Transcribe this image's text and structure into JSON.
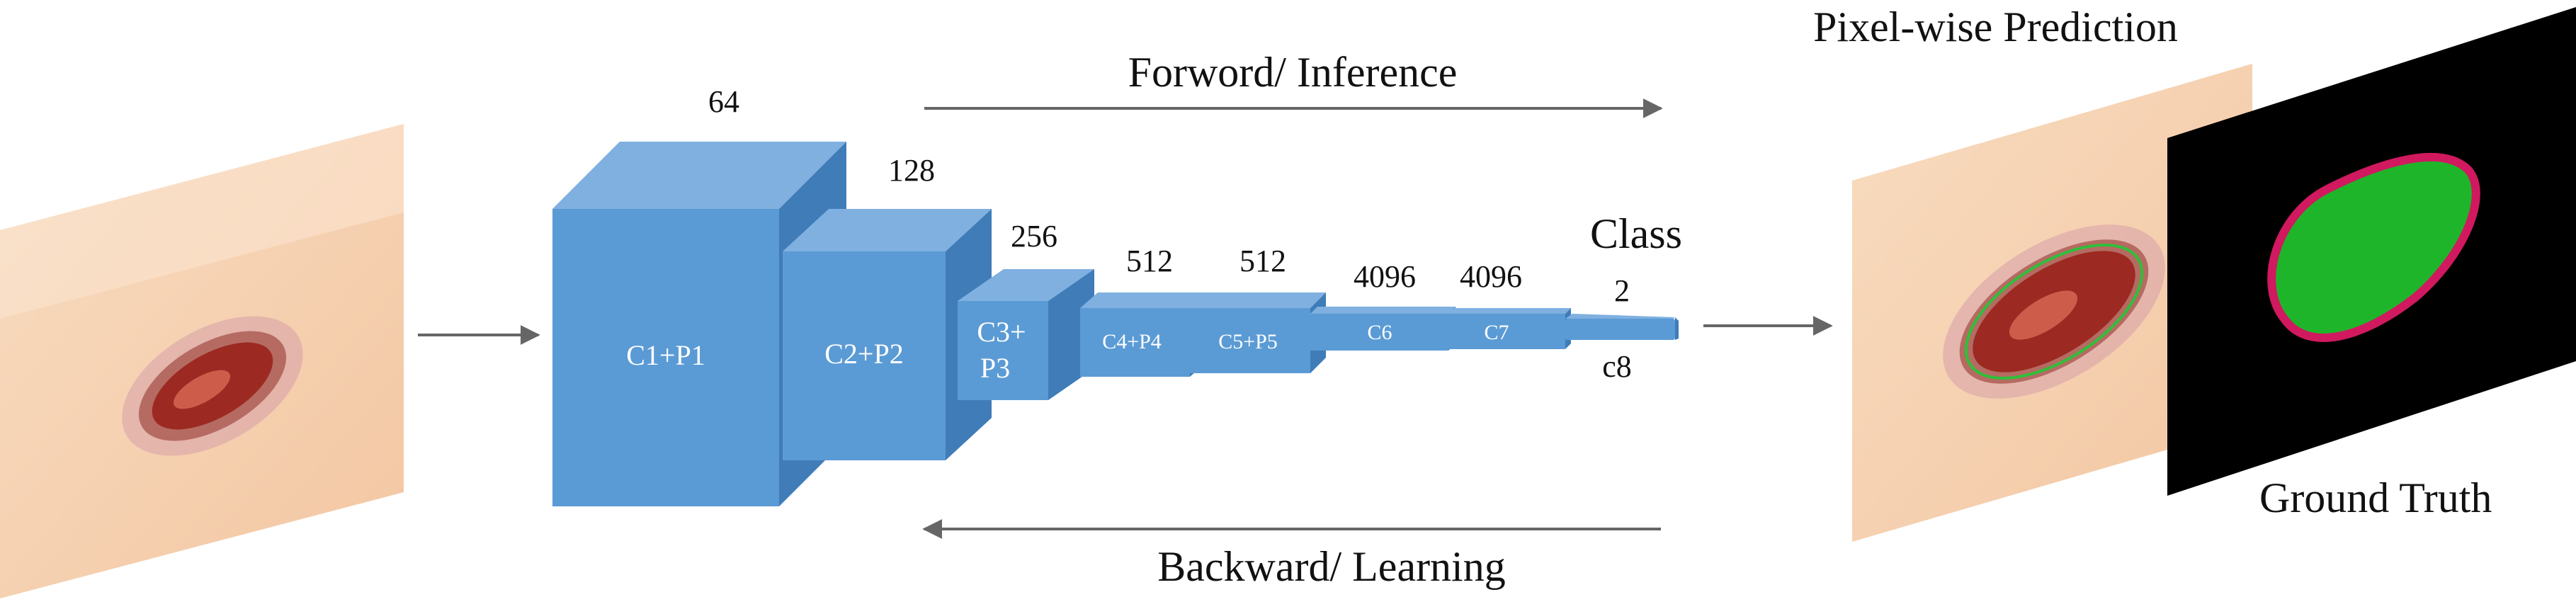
{
  "arrows": {
    "forward_label": "Forword/ Inference",
    "backward_label": "Backward/ Learning"
  },
  "blocks": [
    {
      "label_lines": [
        "C1+P1"
      ],
      "channels": "64"
    },
    {
      "label_lines": [
        "C2+P2"
      ],
      "channels": "128"
    },
    {
      "label_lines": [
        "C3+",
        "P3"
      ],
      "channels": "256"
    },
    {
      "label_lines": [
        "C4+P4"
      ],
      "channels": "512"
    },
    {
      "label_lines": [
        "C5+P5"
      ],
      "channels": "512"
    },
    {
      "label_lines": [
        "C6"
      ],
      "channels": "4096"
    },
    {
      "label_lines": [
        "C7"
      ],
      "channels": "4096"
    },
    {
      "label_lines": [
        "c8"
      ],
      "channels": "2"
    }
  ],
  "class_label": "Class",
  "output": {
    "prediction_label": "Pixel-wise Prediction",
    "ground_truth_label": "Ground Truth"
  },
  "colors": {
    "block_front": "#5b9bd5",
    "block_top": "#7fb0e0",
    "block_side": "#3f7cb8",
    "skin": "#f6d2b0",
    "wound": "#9c2a22",
    "ground_truth_fill": "#1fb52b",
    "ground_truth_border": "#d0195f",
    "arrow": "#666666"
  }
}
